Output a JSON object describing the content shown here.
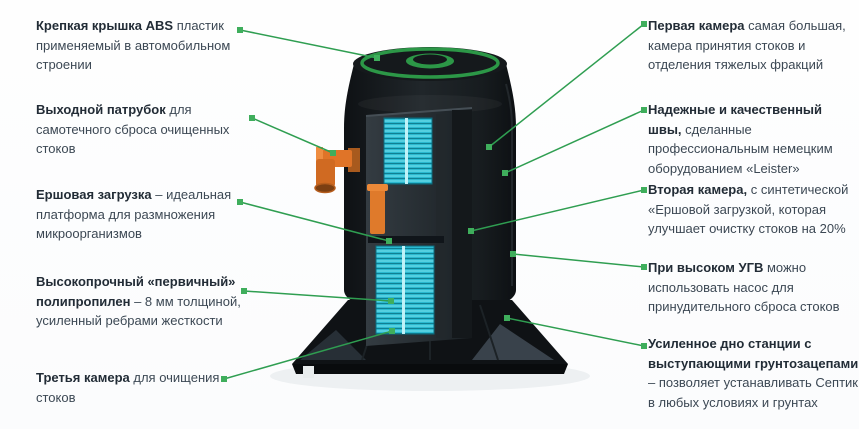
{
  "colors": {
    "accent_green": "#2f9e51",
    "marker_green": "#3fae5c",
    "lid_green": "#2c9747",
    "pipe_orange": "#e07428",
    "brush_cyan": "#2ab8cf",
    "text_color": "#3c4854",
    "bold_color": "#222c36"
  },
  "annotations": {
    "left": [
      {
        "bold": "Крепкая крышка ABS",
        "text": " пластик применяемый в автомобильном строении"
      },
      {
        "bold": "Выходной патрубок",
        "text": " для самотечного сброса очищенных стоков"
      },
      {
        "bold": "Ершовая загрузка",
        "text": " – идеальная платформа для размножения микроорганизмов"
      },
      {
        "bold": "Высокопрочный «первичный» полипропилен",
        "text": " – 8 мм толщиной, усиленный ребрами жесткости"
      },
      {
        "bold": "Третья камера",
        "text": " для очищения стоков"
      }
    ],
    "right": [
      {
        "bold": "Первая камера",
        "text": " самая большая, камера принятия стоков и отделения тяжелых фракций"
      },
      {
        "bold": "Надежные и качественный швы,",
        "text": " сделанные профессиональным немецким оборудованием «Leister»"
      },
      {
        "bold": "Вторая камера,",
        "text": " с синтетической «Ершовой загрузкой, которая улучшает очистку стоков на 20%"
      },
      {
        "bold": "При высоком УГВ",
        "text": " можно использовать насос для принудительного сброса стоков"
      },
      {
        "bold": "Усиленное дно станции с выступающими грунтозацепами",
        "text": " – позволяет устанавливать Септик в любых условиях и грунтах"
      }
    ]
  }
}
